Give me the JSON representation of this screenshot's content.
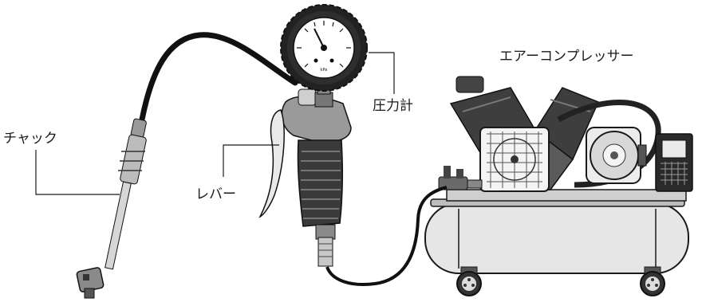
{
  "labels": {
    "compressor": "エアーコンプレッサー",
    "gauge": "圧力計",
    "chuck": "チャック",
    "lever": "レバー"
  },
  "gauge": {
    "unit_text": "kPa"
  },
  "colors": {
    "ink": "#1a1a1a",
    "dark": "#3a3a3a",
    "mid": "#8a8a8a",
    "light": "#d9d9d9",
    "tank": "#e6e6e6"
  }
}
